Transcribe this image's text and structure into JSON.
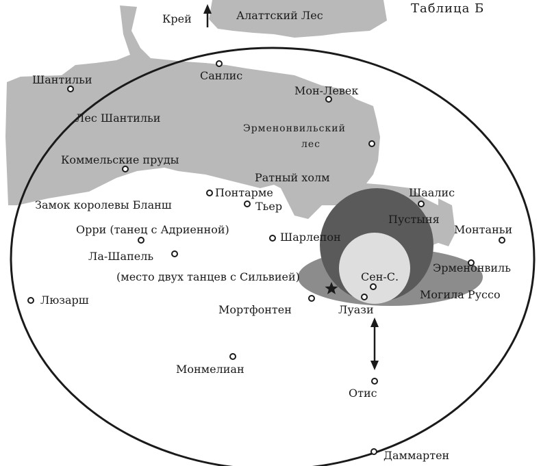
{
  "title": "Таблица Б",
  "north": {
    "label": "Крей",
    "forest": "Алаттский Лес"
  },
  "forests": {
    "chantilly_forest": "Лес Шантильи",
    "ermenonville_forest_line1": "Эрменонвильский",
    "ermenonville_forest_line2": "лес"
  },
  "places": {
    "chantilly": "Шантильи",
    "senlis": "Санлис",
    "mont_leveque": "Мон-Левек",
    "commelles": "Коммельские пруды",
    "champ_de_bataille": "Ратный холм",
    "pontarme": "Понтарме",
    "chateau_blanche": "Замок королевы Бланш",
    "thiers": "Тьер",
    "chaalis": "Шаалис",
    "desert": "Пустыня",
    "orry": "Орри (танец с Адриенной)",
    "charlepont": "Шарлепон",
    "montagny": "Монтаньи",
    "la_chapelle": "Ла-Шапель",
    "ermenonville": "Эрменонвиль",
    "sylvie_dances": "(место двух танцев с Сильвией)",
    "saint_s": "Сен-С.",
    "tomb_rousseau": "Могила Руссо",
    "luzarches": "Люзарш",
    "mortefontaine": "Мортфонтен",
    "loisy": "Луази",
    "montmelian": "Монмелиан",
    "othis": "Отис",
    "dammartin": "Даммартен"
  },
  "colors": {
    "forest": "#b9b9b9",
    "dark_zone": "#5a5a5a",
    "medium_zone": "#8c8c8c",
    "light_zone": "#dedede",
    "ink": "#1a1a1a"
  },
  "icons": [
    "north-arrow-icon",
    "star-icon",
    "double-arrow-icon",
    "town-marker-icon"
  ]
}
